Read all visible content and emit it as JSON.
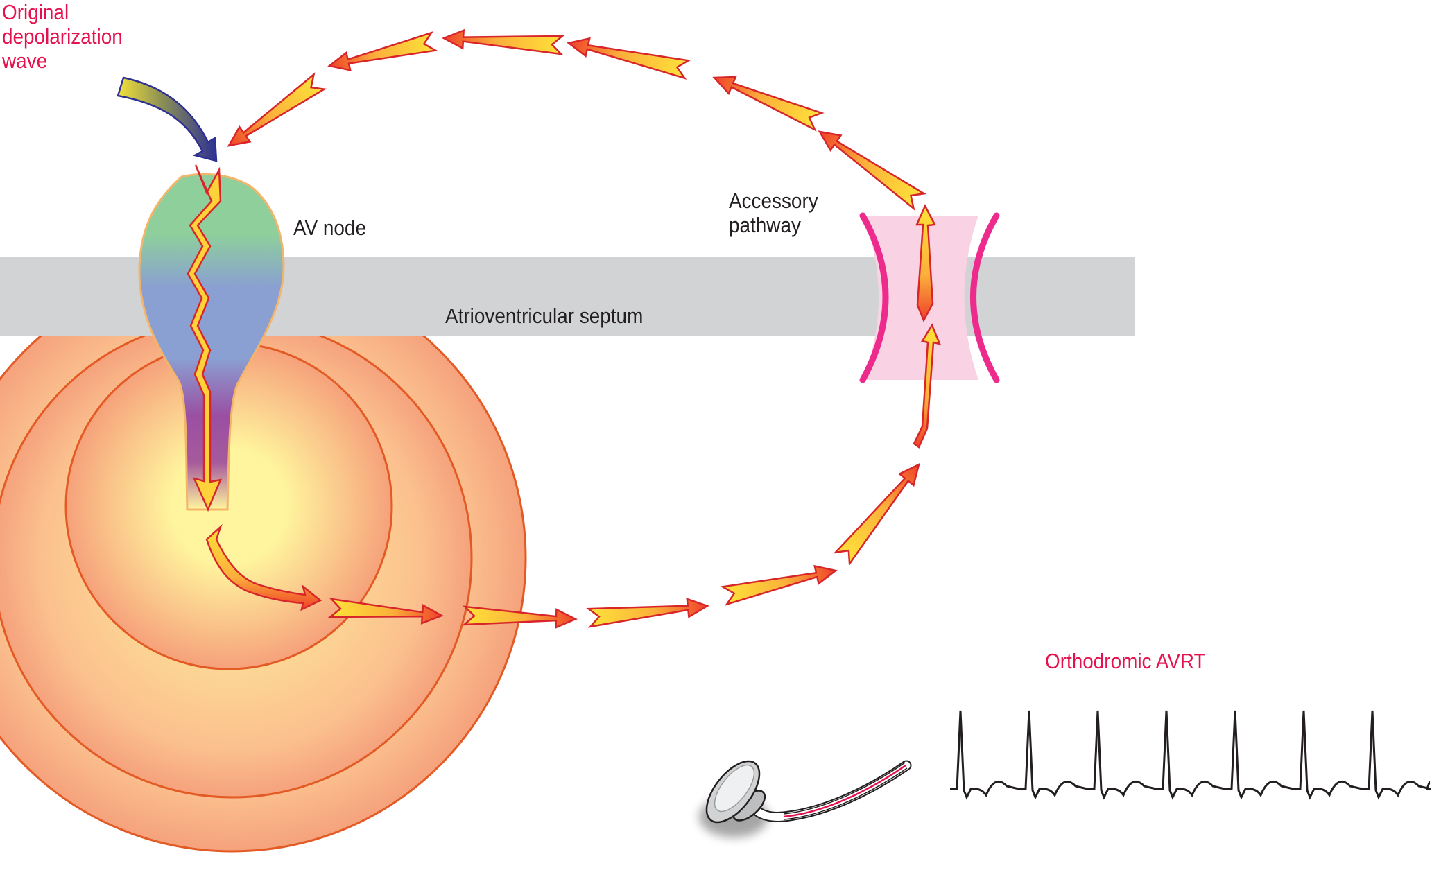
{
  "labels": {
    "original_wave": [
      "Original",
      "depolarization",
      "wave"
    ],
    "av_node": "AV node",
    "accessory_pathway": [
      "Accessory",
      "pathway"
    ],
    "septum": "Atrioventricular septum",
    "ecg_title": "Orthodromic AVRT"
  },
  "colors": {
    "label_red": "#e4134f",
    "label_dark": "#231f20",
    "septum_gray": "#d1d3d4",
    "pathway_magenta": "#ec2b8c",
    "pathway_fill": "#f9d3e4",
    "arrow_outline": "#d7262b",
    "arrow_yellow": "#ffe23a",
    "ventricle_outline": "#e35a24",
    "ventricle_center": "#fff59e",
    "ventricle_edge": "#f5a27c",
    "av_node_green": "#8ecf9c",
    "av_node_blue": "#8a9fd2",
    "av_node_purple": "#9a4fa3",
    "incoming_wave_blue": "#2e3192"
  },
  "icons": [
    "electrode-icon",
    "ecg-trace-icon"
  ],
  "ecg": {
    "qrs_complex_count": 7
  }
}
